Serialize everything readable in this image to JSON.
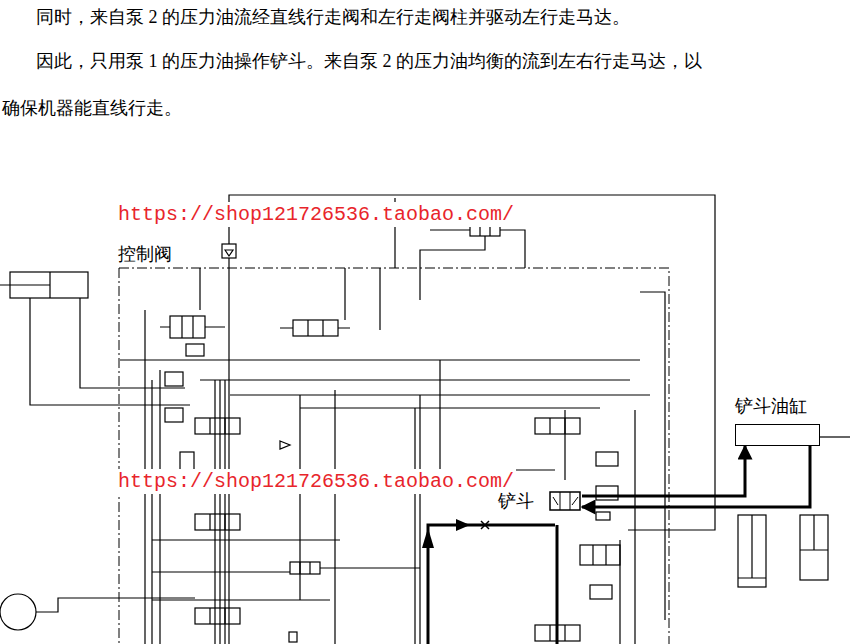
{
  "diagram": {
    "nodes": [
      {
        "text": [
          "控制阀"
        ]
      },
      {
        "text": [
          "铲斗"
        ],
        "in": 0
      },
      {
        "text": [
          "铲斗油缸"
        ]
      }
    ],
    "edges": [
      {
        "from": 1,
        "to": 2,
        "arrow": "to"
      },
      {
        "from": 2,
        "to": 1,
        "arrow": "to"
      }
    ],
    "labels": [
      "同时，来自泵 2 的压力油流经直线行走阀和左行走阀柱并驱动左行走马达。",
      "因此，只用泵 1 的压力油操作铲斗。来自泵 2 的压力油均衡的流到左右行走马达，以",
      "确保机器能直线行走。",
      "https://shop121726536.taobao.com/",
      "https://shop121726536.taobao.com/"
    ]
  }
}
